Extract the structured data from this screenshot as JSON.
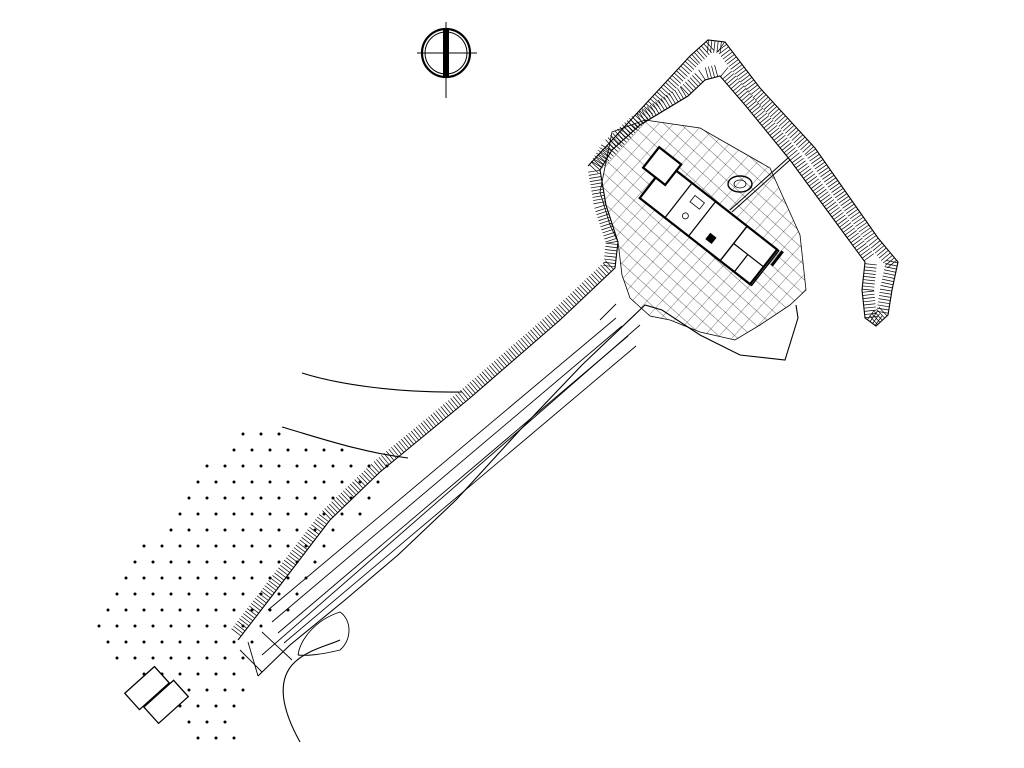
{
  "drawing": {
    "kind": "architectural site plan",
    "background_color": "#ffffff",
    "line_color": "#000000",
    "elements": [
      "north-arrow",
      "access-road",
      "embankment-hachures",
      "cross-hatched-terrace",
      "building-floor-plan",
      "dotted-field",
      "existing-building",
      "topographic-lines"
    ]
  }
}
